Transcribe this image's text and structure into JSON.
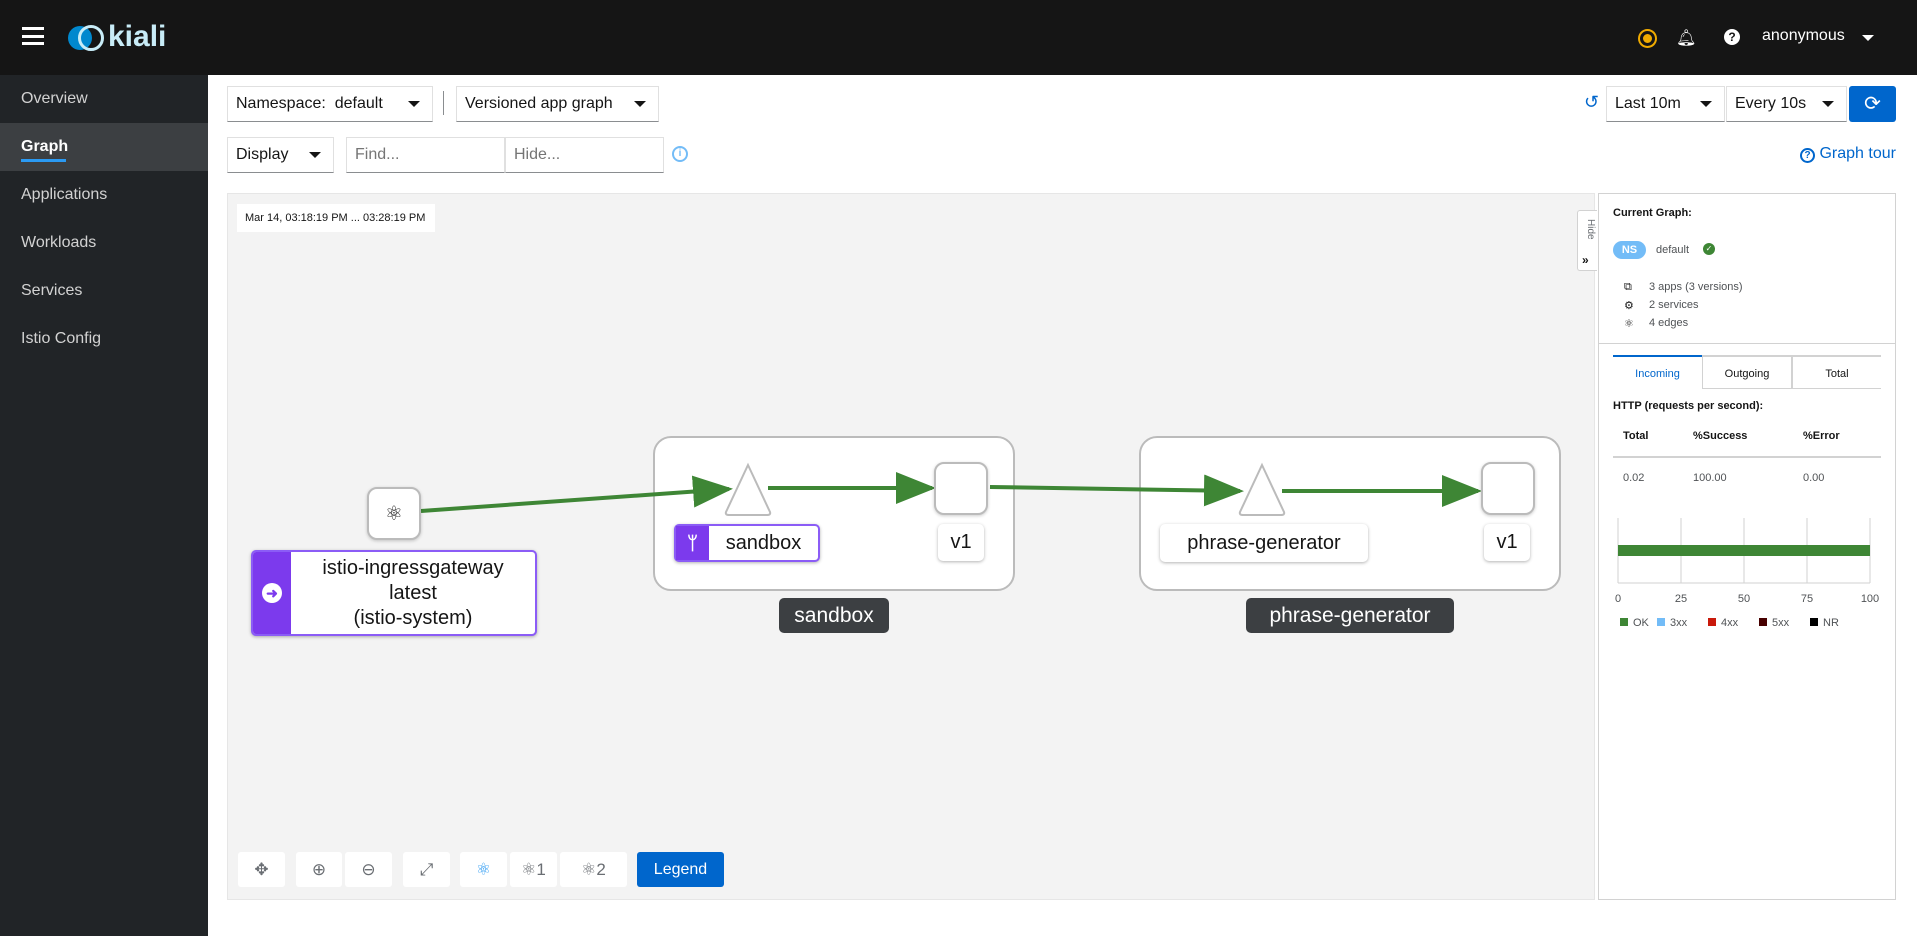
{
  "header": {
    "brand": "kiali",
    "user": "anonymous",
    "icons": [
      "hamburger-icon",
      "status-dot-icon",
      "bell-icon",
      "help-icon"
    ],
    "status_color": "#f0ab00"
  },
  "sidebar": {
    "items": [
      {
        "label": "Overview"
      },
      {
        "label": "Graph",
        "active": true
      },
      {
        "label": "Applications"
      },
      {
        "label": "Workloads"
      },
      {
        "label": "Services"
      },
      {
        "label": "Istio Config"
      }
    ]
  },
  "toolbar": {
    "namespace_label": "Namespace:",
    "namespace_value": "default",
    "graph_type": "Versioned app graph",
    "display": "Display",
    "find_placeholder": "Find...",
    "hide_placeholder": "Hide...",
    "duration": "Last 10m",
    "refresh_interval": "Every 10s",
    "graph_tour": "Graph tour"
  },
  "graph": {
    "timestamp": "Mar 14, 03:18:19 PM ... 03:28:19 PM",
    "hide_tab": "Hide",
    "nodes": {
      "gateway": [
        "istio-ingressgateway",
        "latest",
        "(istio-system)"
      ],
      "sandbox_app": "sandbox",
      "sandbox_version": "v1",
      "sandbox_group": "sandbox",
      "phrase_app": "phrase-generator",
      "phrase_version": "v1",
      "phrase_group": "phrase-generator"
    },
    "edge_color": "#3e8635",
    "bottom_toolbar": {
      "layout1": "1",
      "layout2": "2",
      "legend": "Legend"
    }
  },
  "right_panel": {
    "title": "Current Graph:",
    "ns_badge": "NS",
    "namespace": "default",
    "stats": [
      "3 apps (3 versions)",
      "2 services",
      "4 edges"
    ],
    "tabs": [
      "Incoming",
      "Outgoing",
      "Total"
    ],
    "active_tab": "Incoming",
    "http_title": "HTTP (requests per second):",
    "table": {
      "headers": [
        "Total",
        "%Success",
        "%Error"
      ],
      "row": [
        "0.02",
        "100.00",
        "0.00"
      ]
    },
    "chart": {
      "type": "bar",
      "orientation": "horizontal",
      "xlim": [
        0,
        100
      ],
      "ticks": [
        "0",
        "25",
        "50",
        "75",
        "100"
      ],
      "series": [
        {
          "name": "OK",
          "value": 100,
          "color": "#3e8635"
        },
        {
          "name": "3xx",
          "value": 0,
          "color": "#73bcf7"
        },
        {
          "name": "4xx",
          "value": 0,
          "color": "#c9190b"
        },
        {
          "name": "5xx",
          "value": 0,
          "color": "#470000"
        },
        {
          "name": "NR",
          "value": 0,
          "color": "#000000"
        }
      ]
    }
  }
}
